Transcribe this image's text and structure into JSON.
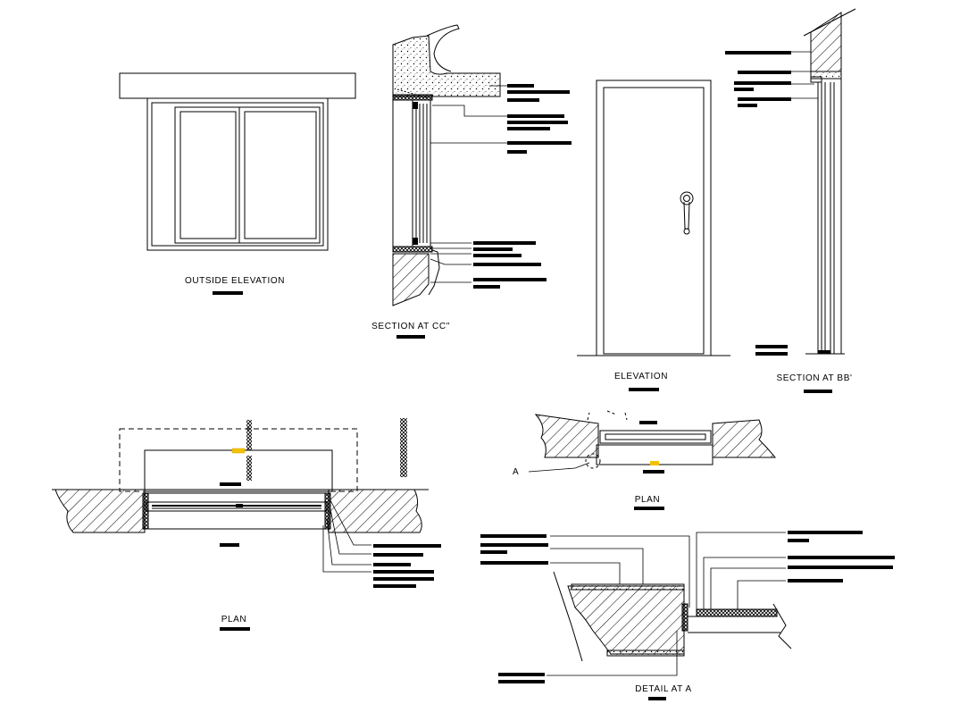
{
  "drawing": {
    "outside_elevation_title": "OUTSIDE ELEVATION",
    "section_cc_title": "SECTION AT CC\"",
    "elevation_title": "ELEVATION",
    "section_bb_title": "SECTION AT BB'",
    "plan_title_left": "PLAN",
    "plan_title_right": "PLAN",
    "detail_title": "DETAIL AT A",
    "detail_callout_letter": "A"
  },
  "colors": {
    "ink": "#000000",
    "paper": "#ffffff",
    "highlight_mark": "#f2c200"
  }
}
